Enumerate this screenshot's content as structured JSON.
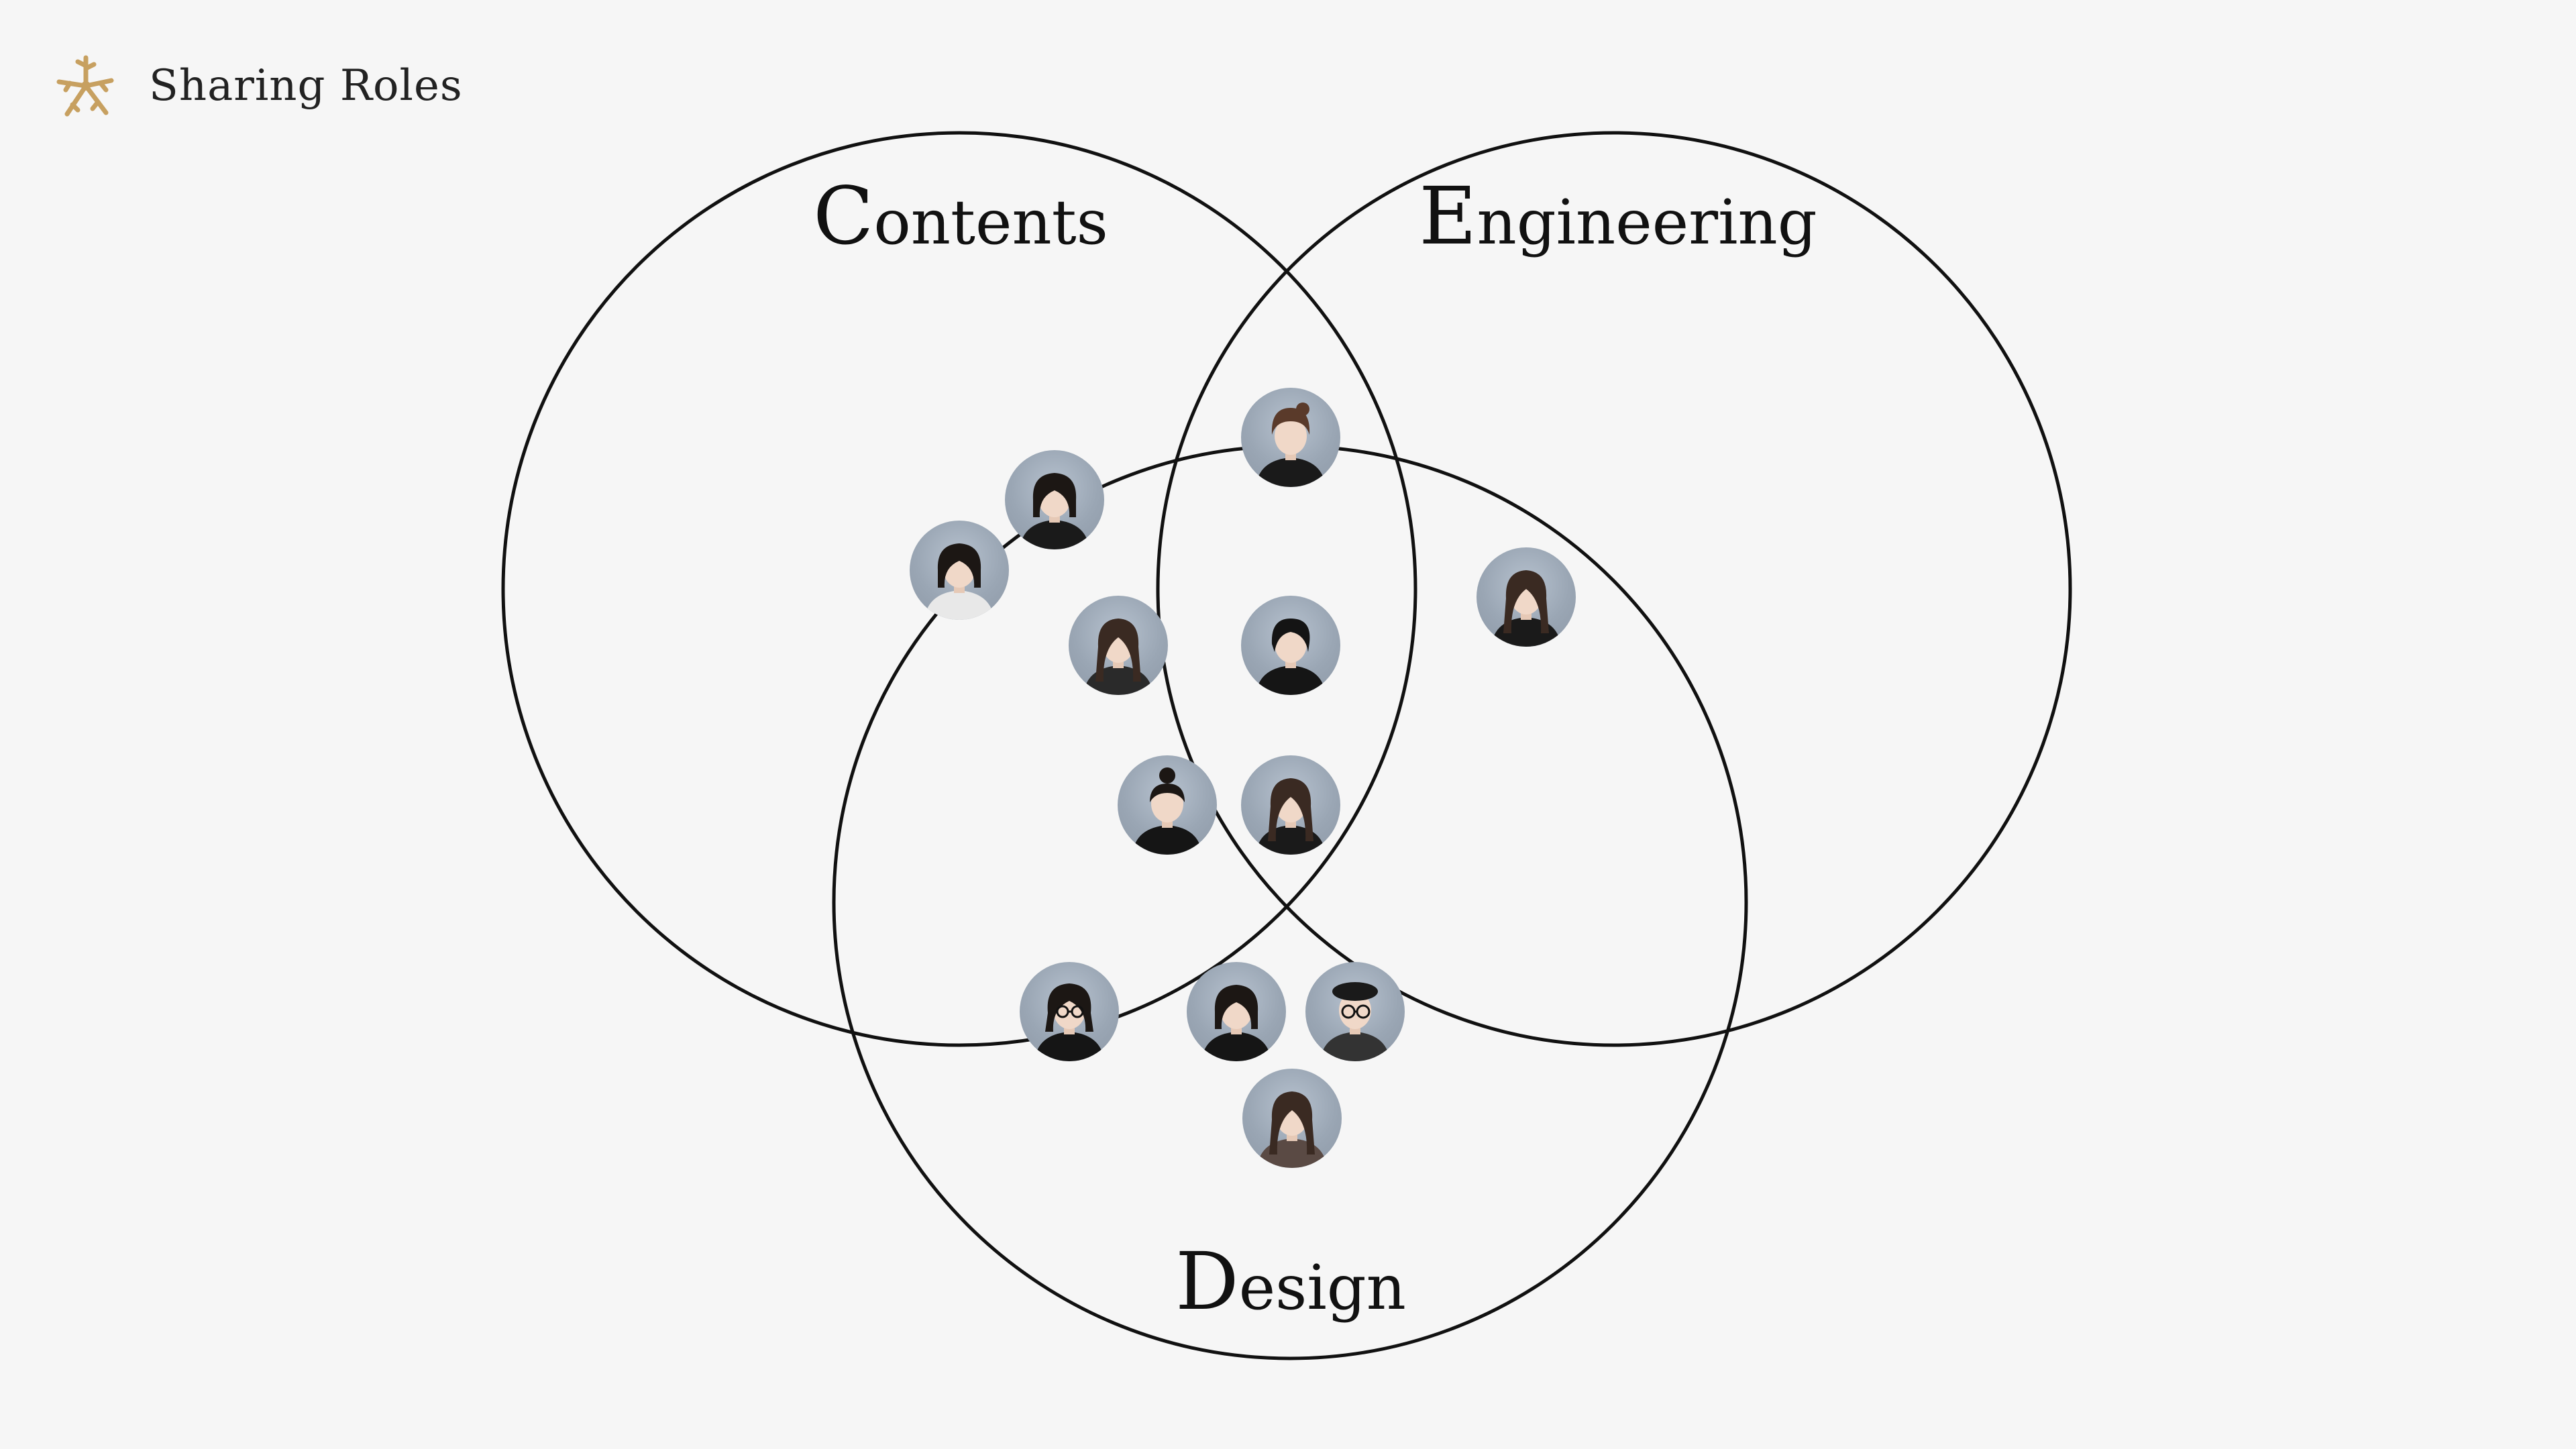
{
  "header": {
    "title": "Sharing Roles",
    "logo_icon": "asterisk-sprout-icon",
    "logo_color": "#c7a060"
  },
  "diagram": {
    "sets": [
      {
        "id": "contents",
        "label": "Contents"
      },
      {
        "id": "engineering",
        "label": "Engineering"
      },
      {
        "id": "design",
        "label": "Design"
      }
    ],
    "members": [
      {
        "region": "contents-design",
        "hair": "bob",
        "top": "#1a1a1a"
      },
      {
        "region": "contents-design",
        "hair": "bob",
        "top": "#e8e8e8"
      },
      {
        "region": "contents-design",
        "hair": "long",
        "top": "#2a2a2a"
      },
      {
        "region": "contents-design",
        "hair": "bun",
        "top": "#151515"
      },
      {
        "region": "contents-engineering",
        "hair": "updo",
        "top": "#1a1a1a"
      },
      {
        "region": "contents-engineering-design",
        "hair": "short",
        "top": "#151515"
      },
      {
        "region": "contents-engineering-design",
        "hair": "long",
        "top": "#1a1a1a"
      },
      {
        "region": "engineering-design",
        "hair": "long",
        "top": "#1a1a1a"
      },
      {
        "region": "design",
        "hair": "curly-glasses",
        "top": "#151515"
      },
      {
        "region": "design",
        "hair": "bob",
        "top": "#151515"
      },
      {
        "region": "design",
        "hair": "beret-glasses",
        "top": "#333333"
      },
      {
        "region": "design",
        "hair": "long",
        "top": "#5a4a44"
      }
    ]
  },
  "colors": {
    "background": "#f6f6f6",
    "stroke": "#111111"
  }
}
